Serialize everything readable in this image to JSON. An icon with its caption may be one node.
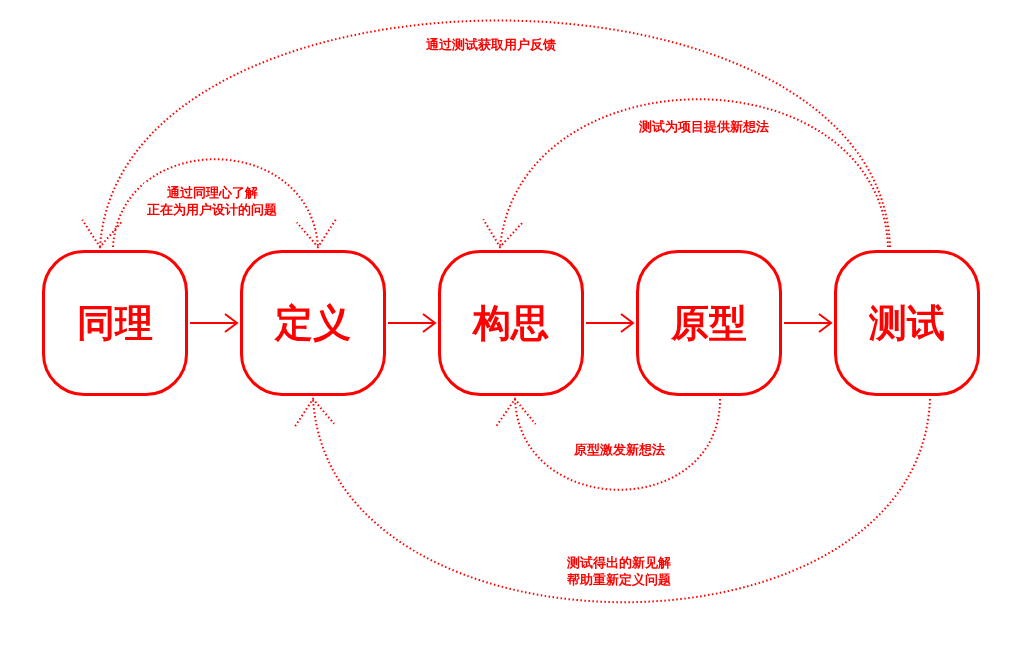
{
  "diagram": {
    "nodes": [
      {
        "text": [
          "同理"
        ]
      },
      {
        "text": [
          "定义"
        ]
      },
      {
        "text": [
          "构思"
        ]
      },
      {
        "text": [
          "原型"
        ]
      },
      {
        "text": [
          "测试"
        ]
      }
    ],
    "edges": [
      {
        "from": 0,
        "to": 1,
        "arrow": "to"
      },
      {
        "from": 1,
        "to": 2,
        "arrow": "to"
      },
      {
        "from": 2,
        "to": 3,
        "arrow": "to"
      },
      {
        "from": 3,
        "to": 4,
        "arrow": "to"
      },
      {
        "from": 4,
        "to": 0,
        "arrow": "to",
        "style": "dashed",
        "label": "通过测试获取用户反馈"
      },
      {
        "from": 4,
        "to": 2,
        "arrow": "to",
        "style": "dashed",
        "label": "测试为项目提供新想法"
      },
      {
        "from": 0,
        "to": 1,
        "arrow": "to",
        "style": "dashed",
        "label": "通过同理心了解正在为用户设计的问题"
      },
      {
        "from": 3,
        "to": 2,
        "arrow": "to",
        "style": "dashed",
        "label": "原型激发新想法"
      },
      {
        "from": 4,
        "to": 1,
        "arrow": "to",
        "style": "dashed",
        "label": "测试得出的新见解帮助重新定义问题"
      }
    ]
  }
}
